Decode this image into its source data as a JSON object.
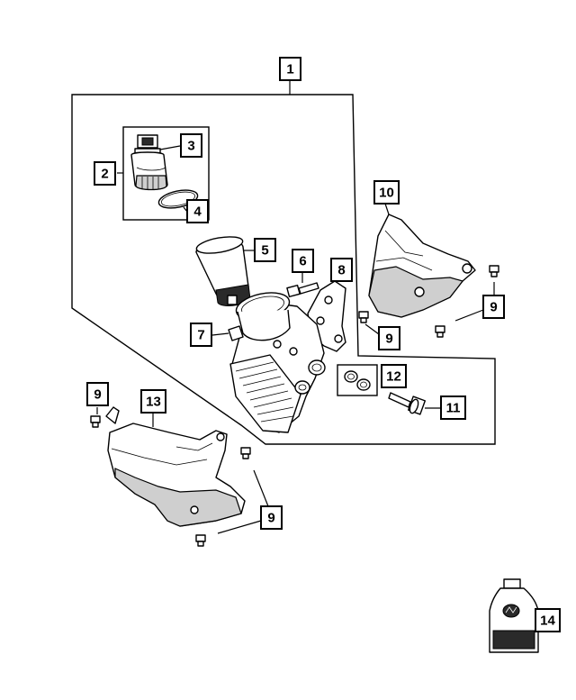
{
  "callouts": [
    {
      "id": "c1",
      "label": "1"
    },
    {
      "id": "c2",
      "label": "2"
    },
    {
      "id": "c3",
      "label": "3"
    },
    {
      "id": "c4",
      "label": "4"
    },
    {
      "id": "c5",
      "label": "5"
    },
    {
      "id": "c6",
      "label": "6"
    },
    {
      "id": "c7",
      "label": "7"
    },
    {
      "id": "c8",
      "label": "8"
    },
    {
      "id": "c9a",
      "label": "9"
    },
    {
      "id": "c9b",
      "label": "9"
    },
    {
      "id": "c9c",
      "label": "9"
    },
    {
      "id": "c9d",
      "label": "9"
    },
    {
      "id": "c10",
      "label": "10"
    },
    {
      "id": "c11",
      "label": "11"
    },
    {
      "id": "c12",
      "label": "12"
    },
    {
      "id": "c13",
      "label": "13"
    },
    {
      "id": "c14",
      "label": "14"
    }
  ],
  "colors": {
    "line": "#000000",
    "background": "#ffffff",
    "shade": "#cfcfcf"
  },
  "icons": [
    "oil-filter-cap-icon",
    "o-ring-icon",
    "oil-filter-element-icon",
    "bolt-icon",
    "oil-filter-housing-icon",
    "heat-shield-icon",
    "oil-bottle-icon"
  ]
}
